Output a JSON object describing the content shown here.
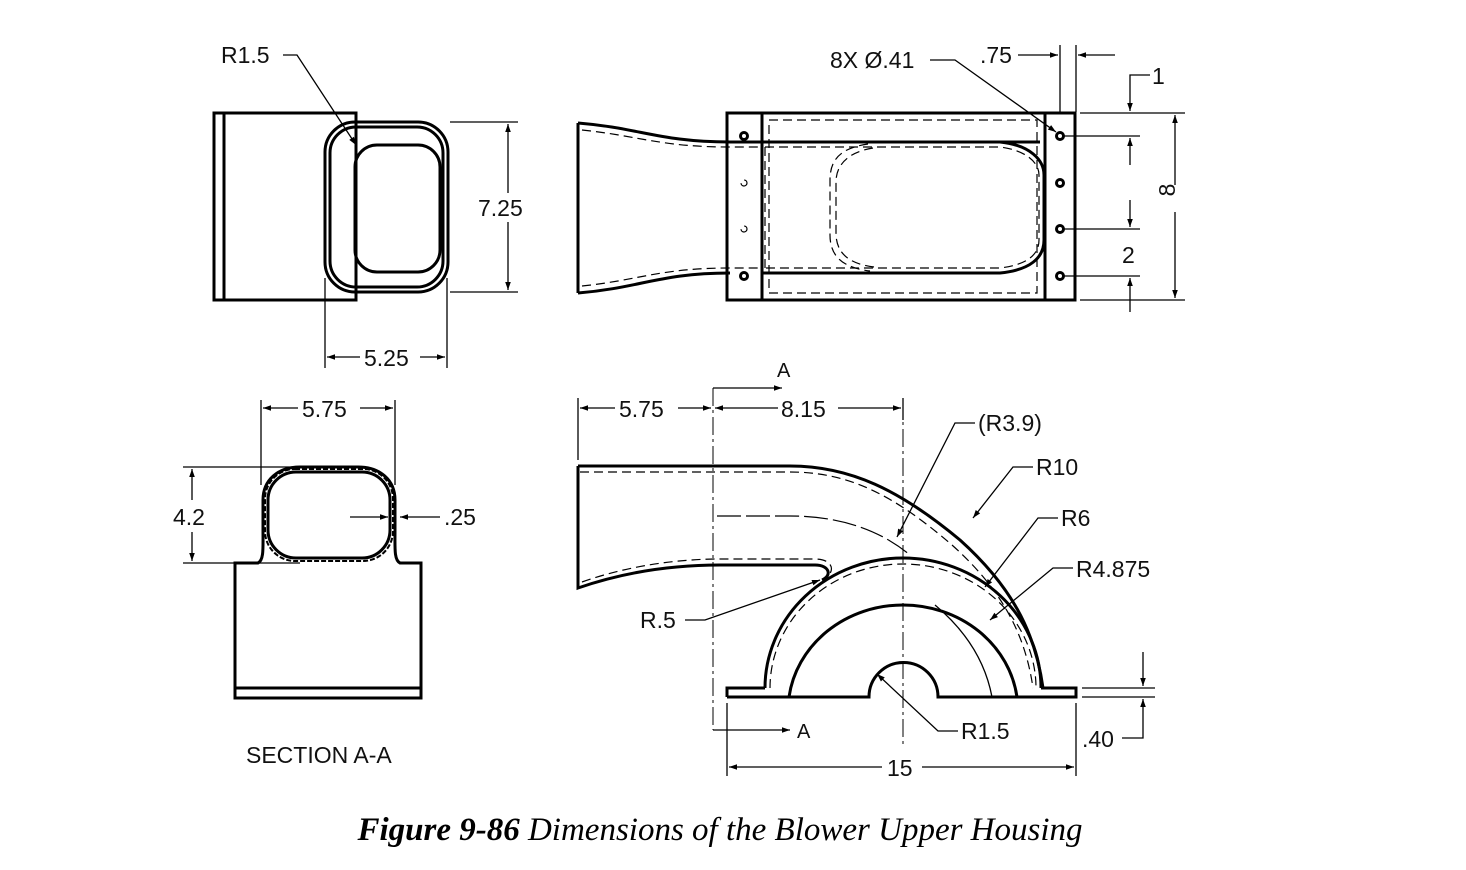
{
  "figure": {
    "number_label": "Figure 9-86",
    "title": "Dimensions of the Blower Upper Housing"
  },
  "views": {
    "end_view": {
      "dims": {
        "radius": "R1.5",
        "height": "7.25",
        "width": "5.25"
      }
    },
    "top_view": {
      "dims": {
        "holes": "8X Ø.41",
        "flange_offset": ".75",
        "edge_offset": "1",
        "spacing": "2",
        "overall_height": "8"
      }
    },
    "section_view": {
      "title": "SECTION A-A",
      "dims": {
        "width": "5.75",
        "height": "4.2",
        "wall": ".25"
      }
    },
    "front_view": {
      "section_marker": "A",
      "dims": {
        "inlet_length": "5.75",
        "to_center": "8.15",
        "ref_radius": "(R3.9)",
        "outer_radius": "R10",
        "mid_radius": "R6",
        "inner_radius": "R4.875",
        "fillet_radius": "R.5",
        "hub_radius": "R1.5",
        "base_thickness": ".40",
        "overall_length": "15"
      }
    }
  },
  "colors": {
    "line": "#000000",
    "background": "#ffffff"
  }
}
